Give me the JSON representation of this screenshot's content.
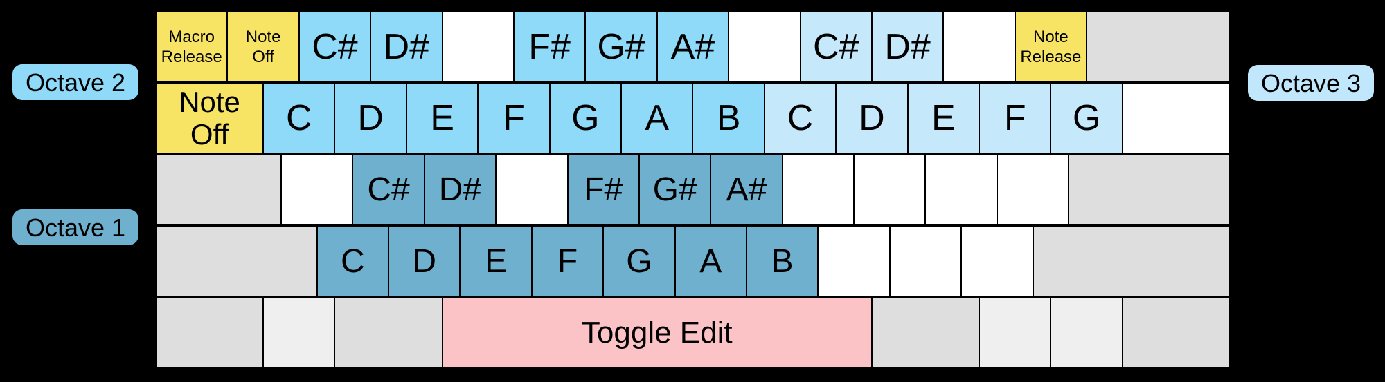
{
  "colors": {
    "background": "#000000",
    "macro": "#F8E464",
    "octave1": "#6FB0CF",
    "octave2": "#8EDAF8",
    "octave3": "#C5E9FB",
    "white": "#FFFFFF",
    "gray": "#DEDEDE",
    "gray_light": "#EFEFEF",
    "pink": "#FBC3C5"
  },
  "labels": {
    "octave1": {
      "text": "Octave 1",
      "color": "#6FB0CF"
    },
    "octave2": {
      "text": "Octave 2",
      "color": "#8EDAF8"
    },
    "octave3": {
      "text": "Octave 3",
      "color": "#C0E7FB"
    }
  },
  "keyboard": {
    "rows": [
      {
        "name": "number-row",
        "keys": [
          {
            "name": "key-macro-release",
            "type": "macro",
            "units": 1,
            "size": "xs",
            "lines": [
              "Macro",
              "Release"
            ]
          },
          {
            "name": "key-note-off",
            "type": "macro",
            "units": 1,
            "size": "xs",
            "lines": [
              "Note",
              "Off"
            ]
          },
          {
            "name": "key-c-sharp-oct2",
            "type": "octave2",
            "units": 1,
            "size": "lg",
            "lines": [
              "C#"
            ]
          },
          {
            "name": "key-d-sharp-oct2",
            "type": "octave2",
            "units": 1,
            "size": "lg",
            "lines": [
              "D#"
            ]
          },
          {
            "name": "key-blank",
            "type": "white",
            "units": 1,
            "size": "lg",
            "lines": []
          },
          {
            "name": "key-f-sharp-oct2",
            "type": "octave2",
            "units": 1,
            "size": "lg",
            "lines": [
              "F#"
            ]
          },
          {
            "name": "key-g-sharp-oct2",
            "type": "octave2",
            "units": 1,
            "size": "lg",
            "lines": [
              "G#"
            ]
          },
          {
            "name": "key-a-sharp-oct2",
            "type": "octave2",
            "units": 1,
            "size": "lg",
            "lines": [
              "A#"
            ]
          },
          {
            "name": "key-blank",
            "type": "white",
            "units": 1,
            "size": "lg",
            "lines": []
          },
          {
            "name": "key-c-sharp-oct3",
            "type": "octave3",
            "units": 1,
            "size": "lg",
            "lines": [
              "C#"
            ]
          },
          {
            "name": "key-d-sharp-oct3",
            "type": "octave3",
            "units": 1,
            "size": "lg",
            "lines": [
              "D#"
            ]
          },
          {
            "name": "key-blank",
            "type": "white",
            "units": 1,
            "size": "lg",
            "lines": []
          },
          {
            "name": "key-note-release",
            "type": "macro",
            "units": 1,
            "size": "xs",
            "lines": [
              "Note",
              "Release"
            ]
          },
          {
            "name": "key-modifier-blank",
            "type": "gray",
            "units": 2,
            "size": "lg",
            "lines": []
          }
        ]
      },
      {
        "name": "qwerty-row",
        "keys": [
          {
            "name": "key-note-off",
            "type": "macro",
            "units": 1.5,
            "size": "md",
            "lines": [
              "Note",
              "Off"
            ]
          },
          {
            "name": "key-c-oct2",
            "type": "octave2",
            "units": 1,
            "size": "lg",
            "lines": [
              "C"
            ]
          },
          {
            "name": "key-d-oct2",
            "type": "octave2",
            "units": 1,
            "size": "lg",
            "lines": [
              "D"
            ]
          },
          {
            "name": "key-e-oct2",
            "type": "octave2",
            "units": 1,
            "size": "lg",
            "lines": [
              "E"
            ]
          },
          {
            "name": "key-f-oct2",
            "type": "octave2",
            "units": 1,
            "size": "lg",
            "lines": [
              "F"
            ]
          },
          {
            "name": "key-g-oct2",
            "type": "octave2",
            "units": 1,
            "size": "lg",
            "lines": [
              "G"
            ]
          },
          {
            "name": "key-a-oct2",
            "type": "octave2",
            "units": 1,
            "size": "lg",
            "lines": [
              "A"
            ]
          },
          {
            "name": "key-b-oct2",
            "type": "octave2",
            "units": 1,
            "size": "lg",
            "lines": [
              "B"
            ]
          },
          {
            "name": "key-c-oct3",
            "type": "octave3",
            "units": 1,
            "size": "lg",
            "lines": [
              "C"
            ]
          },
          {
            "name": "key-d-oct3",
            "type": "octave3",
            "units": 1,
            "size": "lg",
            "lines": [
              "D"
            ]
          },
          {
            "name": "key-e-oct3",
            "type": "octave3",
            "units": 1,
            "size": "lg",
            "lines": [
              "E"
            ]
          },
          {
            "name": "key-f-oct3",
            "type": "octave3",
            "units": 1,
            "size": "lg",
            "lines": [
              "F"
            ]
          },
          {
            "name": "key-g-oct3",
            "type": "octave3",
            "units": 1,
            "size": "lg",
            "lines": [
              "G"
            ]
          },
          {
            "name": "key-blank",
            "type": "white",
            "units": 1.5,
            "size": "lg",
            "lines": []
          }
        ]
      },
      {
        "name": "home-row",
        "keys": [
          {
            "name": "key-modifier-blank",
            "type": "gray",
            "units": 1.75,
            "size": "lg",
            "lines": []
          },
          {
            "name": "key-blank",
            "type": "white",
            "units": 1,
            "size": "lg",
            "lines": []
          },
          {
            "name": "key-c-sharp-oct1",
            "type": "octave1",
            "units": 1,
            "size": "lg",
            "lines": [
              "C#"
            ]
          },
          {
            "name": "key-d-sharp-oct1",
            "type": "octave1",
            "units": 1,
            "size": "lg",
            "lines": [
              "D#"
            ]
          },
          {
            "name": "key-blank",
            "type": "white",
            "units": 1,
            "size": "lg",
            "lines": []
          },
          {
            "name": "key-f-sharp-oct1",
            "type": "octave1",
            "units": 1,
            "size": "lg",
            "lines": [
              "F#"
            ]
          },
          {
            "name": "key-g-sharp-oct1",
            "type": "octave1",
            "units": 1,
            "size": "lg",
            "lines": [
              "G#"
            ]
          },
          {
            "name": "key-a-sharp-oct1",
            "type": "octave1",
            "units": 1,
            "size": "lg",
            "lines": [
              "A#"
            ]
          },
          {
            "name": "key-blank",
            "type": "white",
            "units": 1,
            "size": "lg",
            "lines": []
          },
          {
            "name": "key-blank",
            "type": "white",
            "units": 1,
            "size": "lg",
            "lines": []
          },
          {
            "name": "key-blank",
            "type": "white",
            "units": 1,
            "size": "lg",
            "lines": []
          },
          {
            "name": "key-blank",
            "type": "white",
            "units": 1,
            "size": "lg",
            "lines": []
          },
          {
            "name": "key-modifier-blank",
            "type": "gray",
            "units": 2.25,
            "size": "lg",
            "lines": []
          }
        ]
      },
      {
        "name": "shift-row",
        "keys": [
          {
            "name": "key-modifier-blank",
            "type": "gray",
            "units": 2.25,
            "size": "lg",
            "lines": []
          },
          {
            "name": "key-c-oct1",
            "type": "octave1",
            "units": 1,
            "size": "lg",
            "lines": [
              "C"
            ]
          },
          {
            "name": "key-d-oct1",
            "type": "octave1",
            "units": 1,
            "size": "lg",
            "lines": [
              "D"
            ]
          },
          {
            "name": "key-e-oct1",
            "type": "octave1",
            "units": 1,
            "size": "lg",
            "lines": [
              "E"
            ]
          },
          {
            "name": "key-f-oct1",
            "type": "octave1",
            "units": 1,
            "size": "lg",
            "lines": [
              "F"
            ]
          },
          {
            "name": "key-g-oct1",
            "type": "octave1",
            "units": 1,
            "size": "lg",
            "lines": [
              "G"
            ]
          },
          {
            "name": "key-a-oct1",
            "type": "octave1",
            "units": 1,
            "size": "lg",
            "lines": [
              "A"
            ]
          },
          {
            "name": "key-b-oct1",
            "type": "octave1",
            "units": 1,
            "size": "lg",
            "lines": [
              "B"
            ]
          },
          {
            "name": "key-blank",
            "type": "white",
            "units": 1,
            "size": "lg",
            "lines": []
          },
          {
            "name": "key-blank",
            "type": "white",
            "units": 1,
            "size": "lg",
            "lines": []
          },
          {
            "name": "key-blank",
            "type": "white",
            "units": 1,
            "size": "lg",
            "lines": []
          },
          {
            "name": "key-modifier-blank",
            "type": "gray",
            "units": 2.75,
            "size": "lg",
            "lines": []
          }
        ]
      },
      {
        "name": "bottom-row",
        "keys": [
          {
            "name": "key-modifier-blank",
            "type": "gray",
            "units": 1.5,
            "size": "lg",
            "lines": []
          },
          {
            "name": "key-modifier-light",
            "type": "gray_light",
            "units": 1,
            "size": "lg",
            "lines": []
          },
          {
            "name": "key-modifier-blank",
            "type": "gray",
            "units": 1.5,
            "size": "lg",
            "lines": []
          },
          {
            "name": "key-toggle-edit",
            "type": "pink",
            "units": 6,
            "size": "edit",
            "lines": [
              "Toggle Edit"
            ]
          },
          {
            "name": "key-modifier-blank",
            "type": "gray",
            "units": 1.5,
            "size": "lg",
            "lines": []
          },
          {
            "name": "key-modifier-light",
            "type": "gray_light",
            "units": 1,
            "size": "lg",
            "lines": []
          },
          {
            "name": "key-modifier-light",
            "type": "gray_light",
            "units": 1,
            "size": "lg",
            "lines": []
          },
          {
            "name": "key-modifier-blank",
            "type": "gray",
            "units": 1.5,
            "size": "lg",
            "lines": []
          }
        ]
      }
    ]
  }
}
